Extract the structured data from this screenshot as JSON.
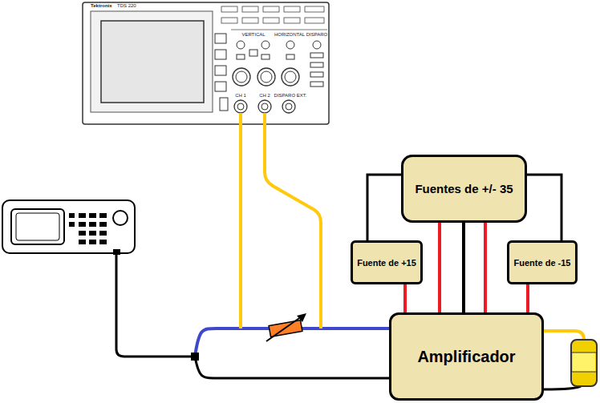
{
  "diagram": {
    "nodes": [
      {
        "text": [
          "Fuentes de +/- 35"
        ]
      },
      {
        "text": [
          "Fuente de +15"
        ]
      },
      {
        "text": [
          "Fuente de -15"
        ]
      },
      {
        "text": [
          "Amplificador"
        ]
      }
    ],
    "edges": [
      {
        "from": 0,
        "to": 1,
        "arrow": "none"
      },
      {
        "from": 0,
        "to": 2,
        "arrow": "none"
      },
      {
        "from": 1,
        "to": 3,
        "arrow": "none"
      },
      {
        "from": 0,
        "to": 3,
        "arrow": "none"
      },
      {
        "from": 0,
        "to": 3,
        "arrow": "none"
      },
      {
        "from": 0,
        "to": 3,
        "arrow": "none"
      },
      {
        "from": 2,
        "to": 3,
        "arrow": "none"
      }
    ],
    "labels": [
      "Tektronix",
      "TDS 220",
      "VERTICAL",
      "HORIZONTAL",
      "DISPARO",
      "CH 1",
      "CH 2",
      "DISPARO EXT."
    ]
  }
}
